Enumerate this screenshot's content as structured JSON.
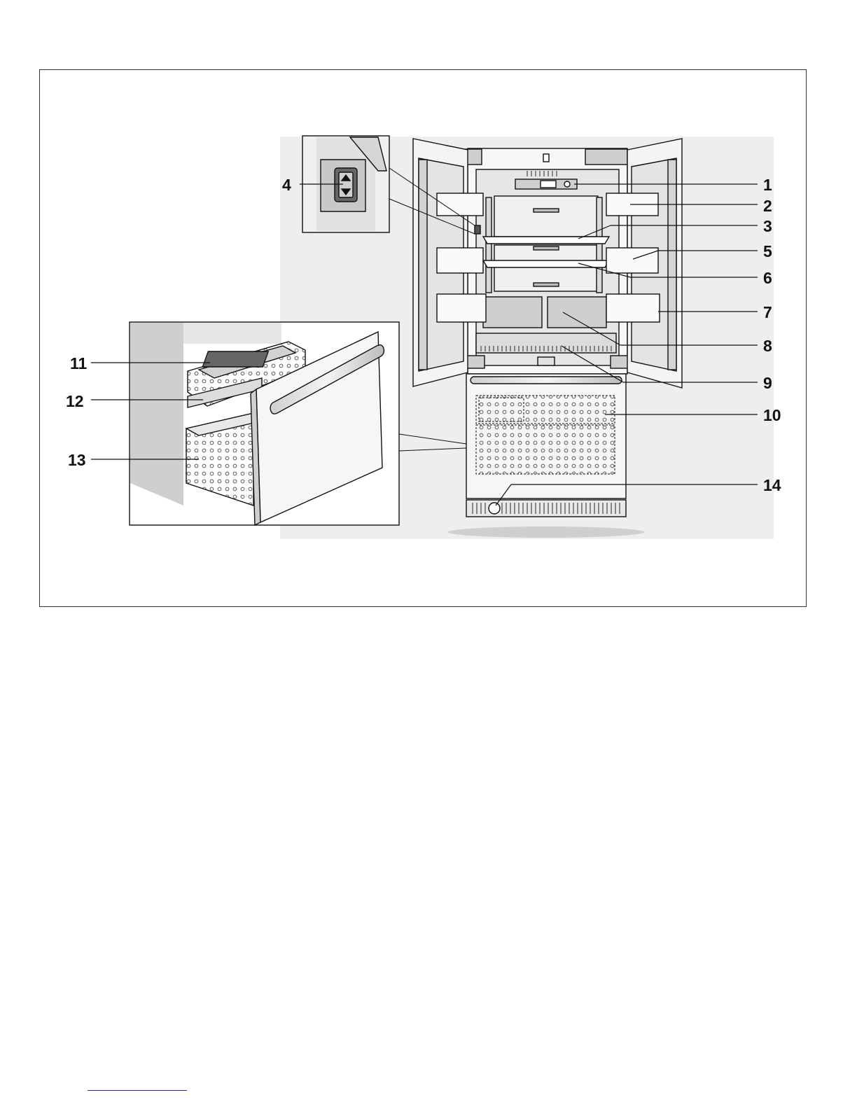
{
  "figure": {
    "callouts": [
      {
        "id": "c1",
        "label": "1"
      },
      {
        "id": "c2",
        "label": "2"
      },
      {
        "id": "c3",
        "label": "3"
      },
      {
        "id": "c4",
        "label": "4"
      },
      {
        "id": "c5",
        "label": "5"
      },
      {
        "id": "c6",
        "label": "6"
      },
      {
        "id": "c7",
        "label": "7"
      },
      {
        "id": "c8",
        "label": "8"
      },
      {
        "id": "c9",
        "label": "9"
      },
      {
        "id": "c10",
        "label": "10"
      },
      {
        "id": "c11",
        "label": "11"
      },
      {
        "id": "c12",
        "label": "12"
      },
      {
        "id": "c13",
        "label": "13"
      },
      {
        "id": "c14",
        "label": "14"
      }
    ]
  },
  "colors": {
    "line": "#111111",
    "panel": "#f2f2f2",
    "shade": "#d4d4d4",
    "frame": "#333333"
  }
}
